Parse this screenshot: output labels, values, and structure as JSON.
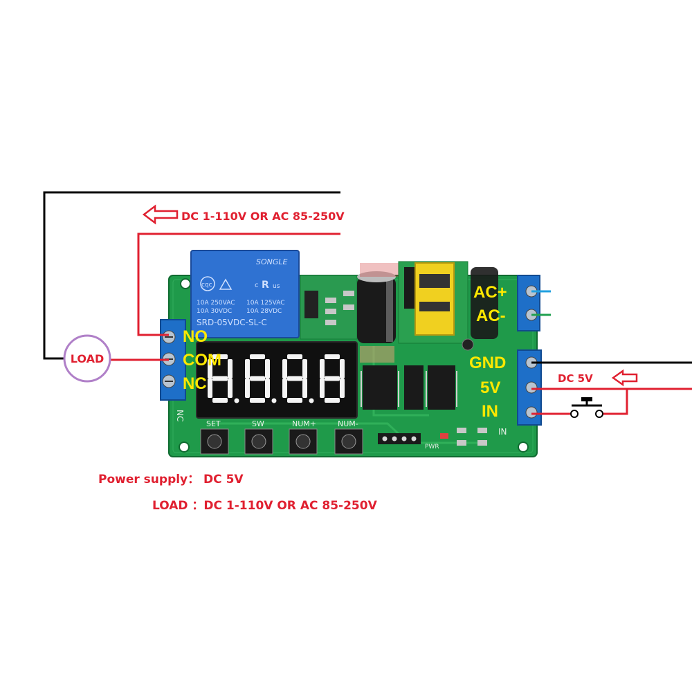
{
  "annotations": {
    "load_arrow_text": "DC 1-110V OR AC 85-250V",
    "load_label": "LOAD",
    "dc5v_arrow_text": "DC 5V",
    "power_supply_line": "Power supply： DC 5V",
    "load_line": "LOAD ：DC 1-110V OR AC 85-250V"
  },
  "terminals": {
    "relay": [
      "NO",
      "COM",
      "NC"
    ],
    "ac": [
      "AC+",
      "AC-"
    ],
    "signal": [
      "GND",
      "5V",
      "IN"
    ]
  },
  "relay": {
    "brand": "SONGLE",
    "cert": "cqc",
    "cert2": "c",
    "cert3": "us",
    "ratings_left": [
      "10A 250VAC",
      "10A 30VDC"
    ],
    "ratings_right": [
      "10A 125VAC",
      "10A 28VDC"
    ],
    "model": "SRD-05VDC-SL-C"
  },
  "board": {
    "silk_left_top": "N",
    "silk_left_bottom": "NC",
    "silk_right_bottom": "IN",
    "button_labels": [
      "SET",
      "SW",
      "NUM+",
      "NUM-"
    ],
    "pwr_label": "PWR"
  },
  "display": {
    "digits": "8.8.8.8"
  },
  "colors": {
    "annotation_red": "#e02030",
    "label_yellow": "#ffe800",
    "load_circle": "#b080c8",
    "pcb_green": "#1f9a4a",
    "terminal_blue": "#1e6fc8",
    "wire_black": "#000000",
    "wire_red": "#e02030",
    "wire_blue": "#20a0e0",
    "wire_green": "#20a050"
  },
  "icons": [
    "arrow-left-icon",
    "push-button-switch-icon"
  ]
}
